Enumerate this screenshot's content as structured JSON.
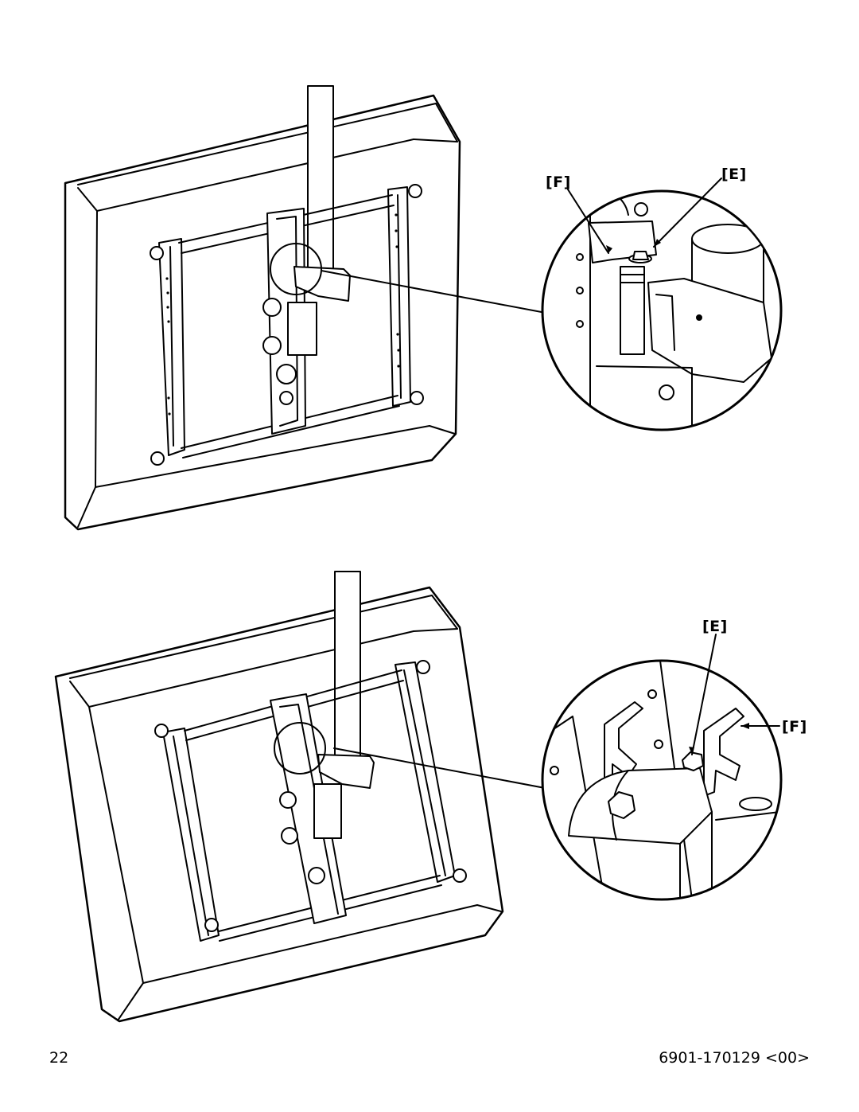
{
  "figure1": {
    "callout_f": "[F]",
    "callout_e": "[E]"
  },
  "figure2": {
    "callout_e": "[E]",
    "callout_f": "[F]"
  },
  "footer": {
    "page_number": "22",
    "doc_code": "6901-170129 <00>"
  }
}
